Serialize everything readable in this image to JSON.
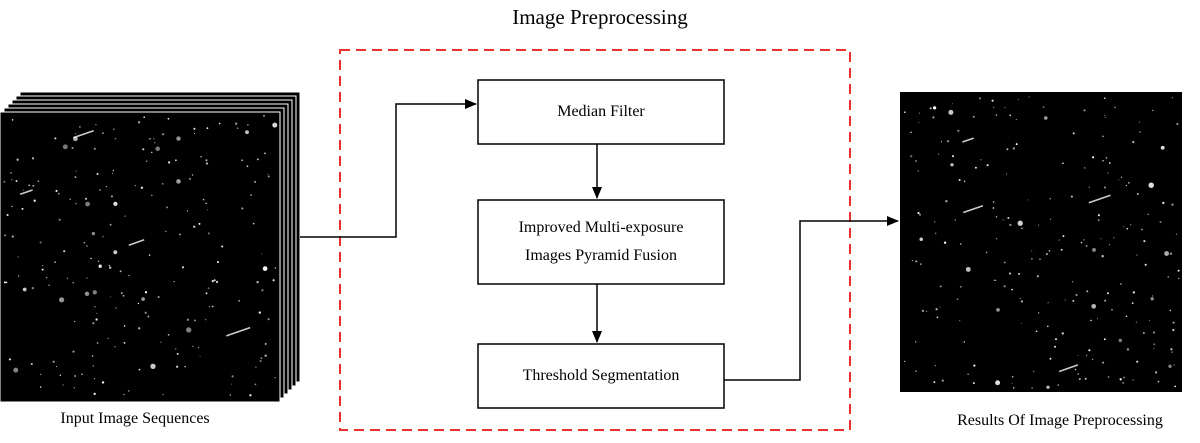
{
  "title": "Image Preprocessing",
  "input_caption": "Input Image Sequences",
  "output_caption": "Results Of Image Preprocessing",
  "steps": [
    {
      "label": "Median Filter"
    },
    {
      "label": "Improved  Multi-exposure\nImages Pyramid Fusion"
    },
    {
      "label": "Threshold Segmentation"
    }
  ],
  "colors": {
    "dashed_frame": "#e8322f",
    "image_bg": "#000000",
    "star": "#ffffff",
    "line": "#000000"
  }
}
